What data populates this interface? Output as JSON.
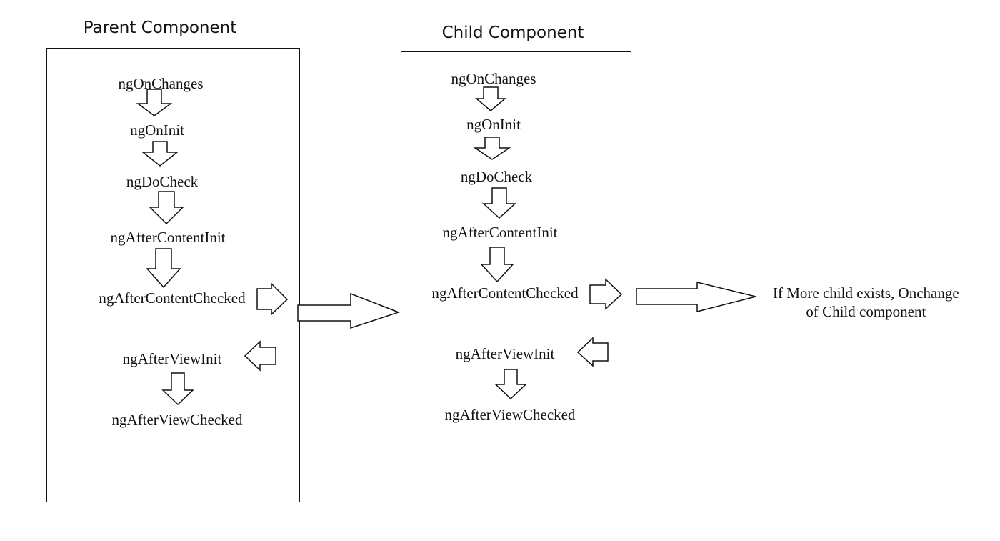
{
  "parent": {
    "title": "Parent Component",
    "hooks": [
      "ngOnChanges",
      "ngOnInit",
      "ngDoCheck",
      "ngAfterContentInit",
      "ngAfterContentChecked",
      "ngAfterViewInit",
      "ngAfterViewChecked"
    ]
  },
  "child": {
    "title": "Child Component",
    "hooks": [
      "ngOnChanges",
      "ngOnInit",
      "ngDoCheck",
      "ngAfterContentInit",
      "ngAfterContentChecked",
      "ngAfterViewInit",
      "ngAfterViewChecked"
    ]
  },
  "note": {
    "line1": "If More child exists, Onchange",
    "line2": "of Child component"
  }
}
